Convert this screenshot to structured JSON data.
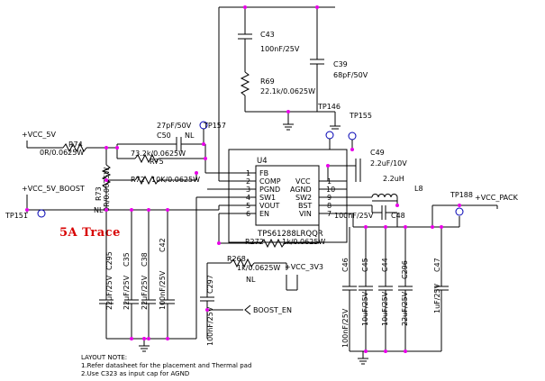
{
  "schematic": {
    "ic": {
      "ref": "U4",
      "part": "TPS61288LRQQR",
      "pins_left": [
        "FB",
        "COMP",
        "PGND",
        "SW1",
        "VOUT",
        "EN"
      ],
      "pin_nums_left": [
        "1",
        "2",
        "3",
        "4",
        "5",
        "6"
      ],
      "pins_right": [
        "VCC",
        "AGND",
        "SW2",
        "BST",
        "VIN"
      ],
      "pin_nums_right": [
        "1",
        "10",
        "9",
        "8",
        "7"
      ]
    },
    "nets": {
      "vcc_5v": "+VCC_5V",
      "vcc_5v_boost": "+VCC_5V_BOOST",
      "vcc_pack": "+VCC_PACK",
      "vcc_3v3": "+VCC_3V3",
      "boost_en": "BOOST_EN"
    },
    "test_points": [
      "TP157",
      "TP146",
      "TP155",
      "TP151",
      "TP188"
    ],
    "resistors": {
      "r74": {
        "ref": "R74",
        "val": "0R/0.0625W"
      },
      "r75": {
        "ref": "R75",
        "val": "73.2k/0.0625W"
      },
      "r72": {
        "ref": "R72",
        "val": "10K/0.0625W"
      },
      "r73": {
        "ref": "R73",
        "val": "0R/0.0625W"
      },
      "r69": {
        "ref": "R69",
        "val": "22.1k/0.0625W"
      },
      "r272": {
        "ref": "R272",
        "val": "1k/0.0625W"
      },
      "r268": {
        "ref": "R268",
        "val": "1k/0.0625W"
      }
    },
    "caps": {
      "c43": {
        "ref": "C43",
        "val": "100nF/25V"
      },
      "c39": {
        "ref": "C39",
        "val": "68pF/50V"
      },
      "c50": {
        "ref": "C50",
        "val": "27pF/50V"
      },
      "c49": {
        "ref": "C49",
        "val": "2.2uF/10V"
      },
      "c48": {
        "ref": "C48",
        "val": "100nF/25V"
      },
      "c295": {
        "ref": "C295",
        "val": "22uF/25V"
      },
      "c35": {
        "ref": "C35",
        "val": "22uF/25V"
      },
      "c38": {
        "ref": "C38",
        "val": "22uF/25V"
      },
      "c42": {
        "ref": "C42",
        "val": "100nF/25V"
      },
      "c297": {
        "ref": "C297",
        "val": "100nF/25V"
      },
      "c46": {
        "ref": "C46",
        "val": "100nF/25V"
      },
      "c45": {
        "ref": "C45",
        "val": "10uF/25V"
      },
      "c44": {
        "ref": "C44",
        "val": "10uF/25V"
      },
      "c296": {
        "ref": "C296",
        "val": "22uF/25V"
      },
      "c47": {
        "ref": "C47",
        "val": "1uF/25V"
      }
    },
    "inductor": {
      "ref": "L8",
      "val": "2.2uH"
    },
    "nl_labels": [
      "NL",
      "NL",
      "NL"
    ],
    "trace_label": "5A Trace",
    "layout_note": {
      "title": "LAYOUT NOTE:",
      "line1": "1.Refer datasheet for the placement and Thermal pad",
      "line2": "2.Use C323 as input cap for AGND"
    }
  }
}
